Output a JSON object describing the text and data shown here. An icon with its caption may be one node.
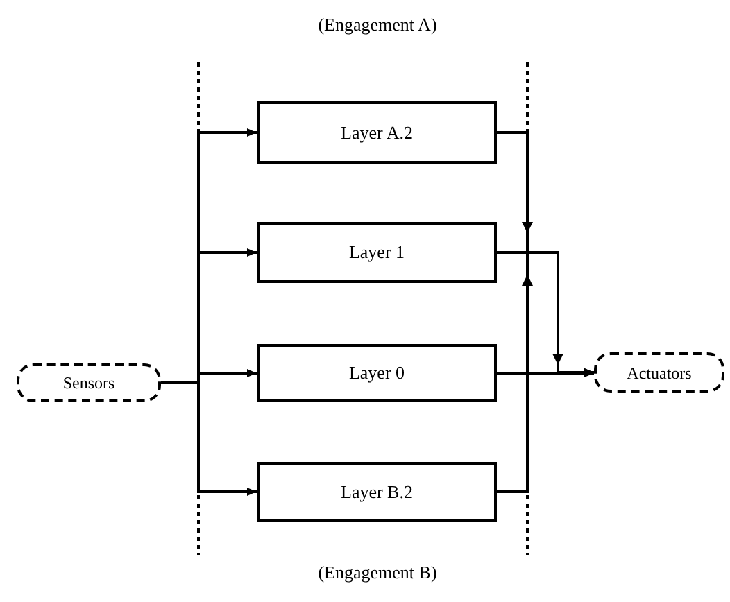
{
  "diagram": {
    "nodes": [
      {
        "text": [
          "Sensors"
        ]
      },
      {
        "text": [
          "Layer A.2"
        ]
      },
      {
        "text": [
          "Layer 1"
        ]
      },
      {
        "text": [
          "Layer 0"
        ]
      },
      {
        "text": [
          "Layer B.2"
        ]
      },
      {
        "text": [
          "Actuators"
        ]
      }
    ],
    "edges": [
      {
        "from": 0,
        "to": 1,
        "arrow": "to"
      },
      {
        "from": 0,
        "to": 2,
        "arrow": "to"
      },
      {
        "from": 0,
        "to": 3,
        "arrow": "to"
      },
      {
        "from": 0,
        "to": 4,
        "arrow": "to"
      },
      {
        "from": 1,
        "to": 5,
        "arrow": "to"
      },
      {
        "from": 2,
        "to": 5,
        "arrow": "to"
      },
      {
        "from": 3,
        "to": 5,
        "arrow": "to"
      },
      {
        "from": 4,
        "to": 5,
        "arrow": "to"
      }
    ],
    "labels": [
      "(Engagement A)",
      "(Engagement B)"
    ]
  }
}
